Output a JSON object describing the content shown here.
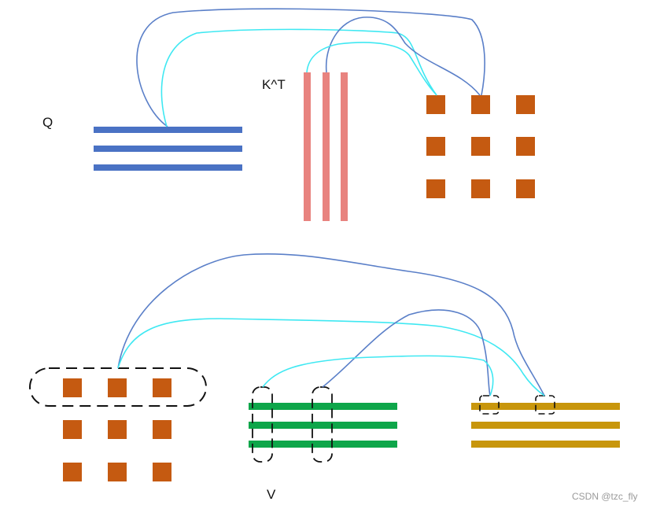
{
  "labels": {
    "q": "Q",
    "kt": "K^T",
    "v": "V"
  },
  "watermark": "CSDN @tzc_fly",
  "colors": {
    "q_bar": "#4a72c4",
    "k_bar": "#e8837f",
    "v_bar": "#0ea64a",
    "out_bar": "#c8960c",
    "score_cell": "#c55a11",
    "link_blue": "#5a7fc8",
    "link_cyan": "#3fe8f2",
    "dash": "#111111"
  }
}
